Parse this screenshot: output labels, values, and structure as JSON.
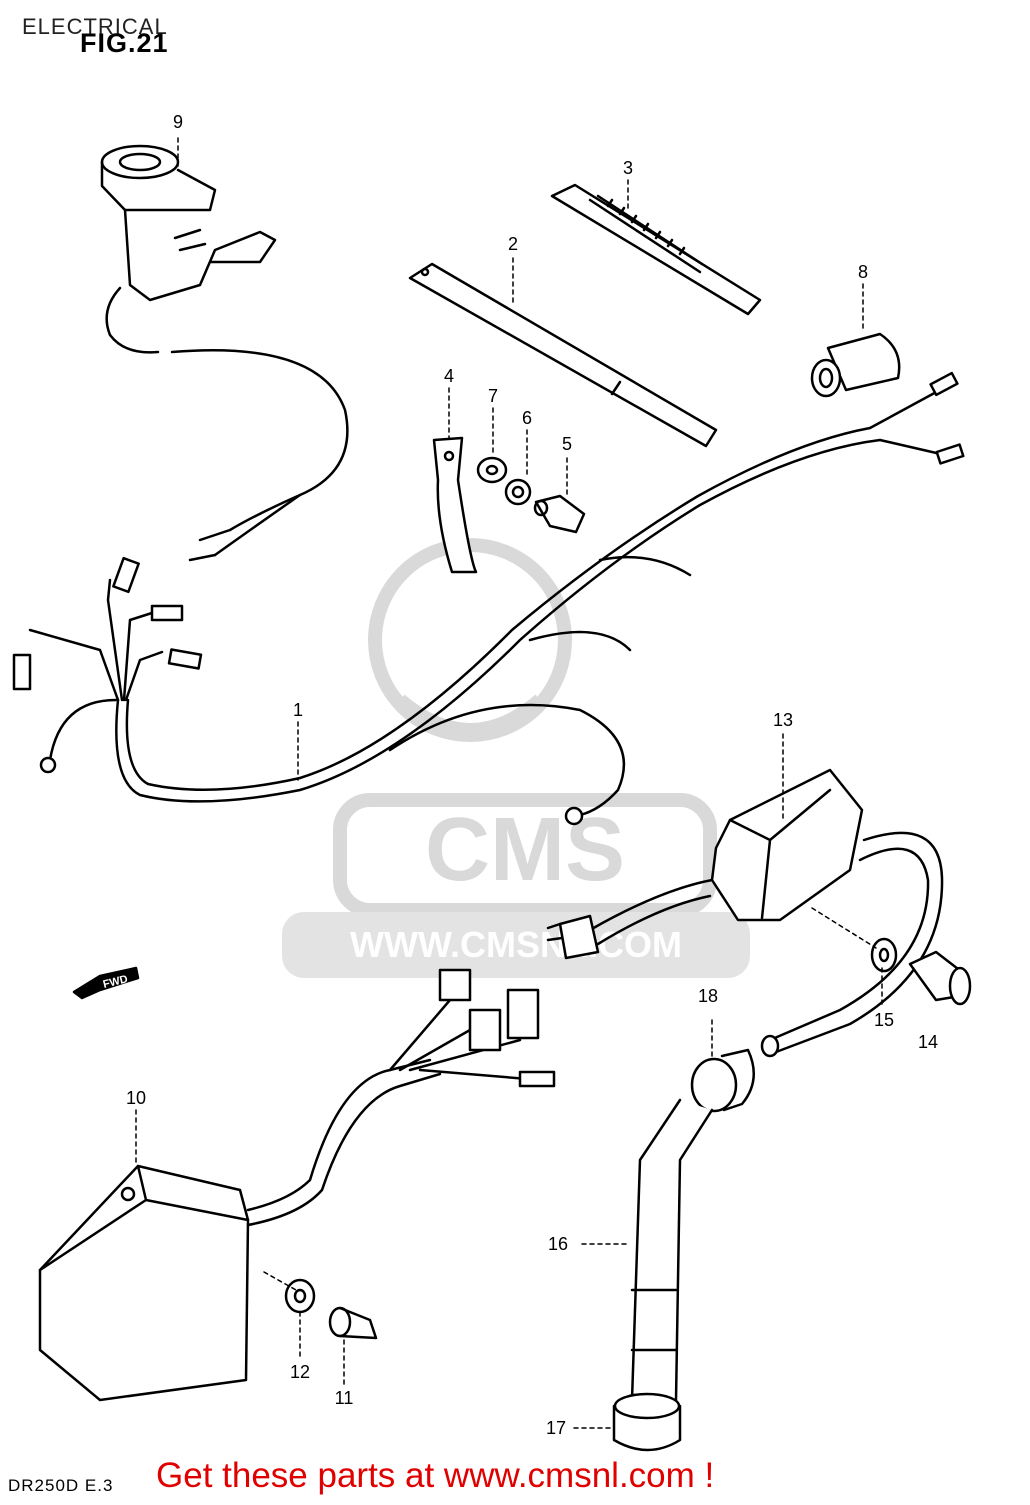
{
  "header": {
    "section_title": "ELECTRICAL",
    "figure_label": "FIG.21"
  },
  "watermark": {
    "logo_text": "CMS",
    "url_text": "WWW.CMSNL.COM",
    "color": "#d9d9d9"
  },
  "callouts": [
    {
      "id": "c1",
      "text": "1"
    },
    {
      "id": "c2",
      "text": "2"
    },
    {
      "id": "c3",
      "text": "3"
    },
    {
      "id": "c4",
      "text": "4"
    },
    {
      "id": "c5",
      "text": "5"
    },
    {
      "id": "c6",
      "text": "6"
    },
    {
      "id": "c7",
      "text": "7"
    },
    {
      "id": "c8",
      "text": "8"
    },
    {
      "id": "c9",
      "text": "9"
    },
    {
      "id": "c10",
      "text": "10"
    },
    {
      "id": "c11",
      "text": "11"
    },
    {
      "id": "c12",
      "text": "12"
    },
    {
      "id": "c13",
      "text": "13"
    },
    {
      "id": "c14",
      "text": "14"
    },
    {
      "id": "c15",
      "text": "15"
    },
    {
      "id": "c16",
      "text": "16"
    },
    {
      "id": "c17",
      "text": "17"
    },
    {
      "id": "c18",
      "text": "18"
    }
  ],
  "direction_marker": {
    "text": "FWD"
  },
  "footer": {
    "model_code": "DR250D E.3",
    "banner": "Get these parts at www.cmsnl.com !",
    "banner_color": "#e00000"
  }
}
